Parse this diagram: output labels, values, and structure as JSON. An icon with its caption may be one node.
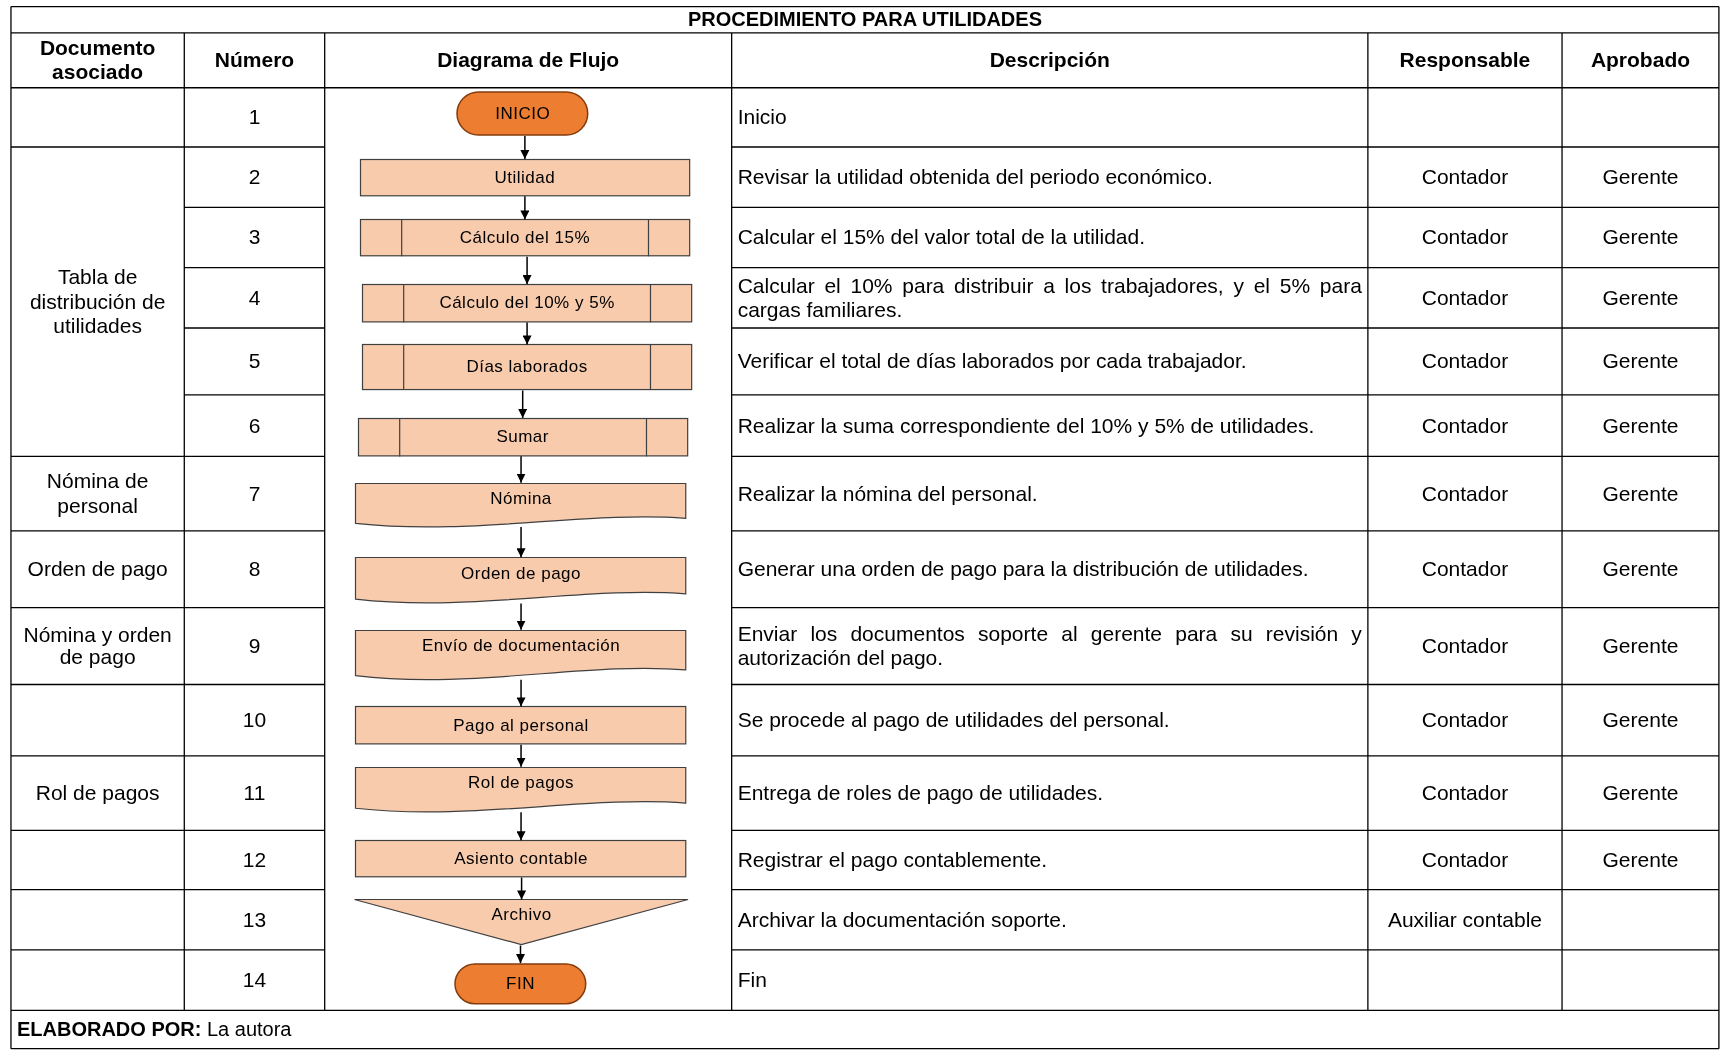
{
  "diagram": {
    "title": "PROCEDIMIENTO PARA UTILIDADES",
    "nodes": [
      {
        "text": [
          "INICIO"
        ]
      },
      {
        "text": [
          "Utilidad"
        ]
      },
      {
        "text": [
          "Cálculo del 15%"
        ]
      },
      {
        "text": [
          "Cálculo del 10% y 5%"
        ]
      },
      {
        "text": [
          "Días laborados"
        ]
      },
      {
        "text": [
          "Sumar"
        ]
      },
      {
        "text": [
          "Nómina"
        ]
      },
      {
        "text": [
          "Orden de pago"
        ]
      },
      {
        "text": [
          "Envío de documentación"
        ]
      },
      {
        "text": [
          "Pago al personal"
        ]
      },
      {
        "text": [
          "Rol de pagos"
        ]
      },
      {
        "text": [
          "Asiento contable"
        ]
      },
      {
        "text": [
          "Archivo"
        ]
      },
      {
        "text": [
          "FIN"
        ]
      }
    ],
    "edges": [
      {
        "from": 0,
        "to": 1,
        "arrow": "to"
      },
      {
        "from": 1,
        "to": 2,
        "arrow": "to"
      },
      {
        "from": 2,
        "to": 3,
        "arrow": "to"
      },
      {
        "from": 3,
        "to": 4,
        "arrow": "to"
      },
      {
        "from": 4,
        "to": 5,
        "arrow": "to"
      },
      {
        "from": 5,
        "to": 6,
        "arrow": "to"
      },
      {
        "from": 6,
        "to": 7,
        "arrow": "to"
      },
      {
        "from": 7,
        "to": 8,
        "arrow": "to"
      },
      {
        "from": 8,
        "to": 9,
        "arrow": "to"
      },
      {
        "from": 9,
        "to": 10,
        "arrow": "to"
      },
      {
        "from": 10,
        "to": 11,
        "arrow": "to"
      },
      {
        "from": 11,
        "to": 12,
        "arrow": "to"
      },
      {
        "from": 12,
        "to": 13,
        "arrow": "to"
      }
    ],
    "labels": [
      "Documento asociado",
      "Número",
      "Diagrama de Flujo",
      "Descripción",
      "Responsable",
      "Aprobado",
      "1",
      "Inicio",
      "Tabla de distribución de utilidades",
      "2",
      "Revisar la utilidad obtenida del periodo económico.",
      "Contador",
      "Gerente",
      "3",
      "Calcular el 15% del valor total de la utilidad.",
      "Contador",
      "Gerente",
      "4",
      "Calcular el 10% para distribuir a los trabajadores, y el 5% para cargas familiares.",
      "Contador",
      "Gerente",
      "5",
      "Verificar el total de días laborados por cada trabajador.",
      "Contador",
      "Gerente",
      "6",
      "Realizar la suma correspondiente del 10% y 5% de utilidades.",
      "Contador",
      "Gerente",
      "Nómina de personal",
      "7",
      "Realizar la nómina del personal.",
      "Contador",
      "Gerente",
      "Orden de pago",
      "8",
      "Generar una orden de pago para la distribución de utilidades.",
      "Contador",
      "Gerente",
      "Nómina y orden de pago",
      "9",
      "Enviar los documentos soporte al gerente para su revisión y autorización del pago.",
      "Contador",
      "Gerente",
      "10",
      "Se procede al pago de utilidades del personal.",
      "Contador",
      "Gerente",
      "Rol de pagos",
      "11",
      "Entrega de roles de pago de utilidades.",
      "Contador",
      "Gerente",
      "12",
      "Registrar el pago contablemente.",
      "Contador",
      "Gerente",
      "13",
      "Archivar la documentación soporte.",
      "Auxiliar contable",
      "14",
      "Fin",
      "**ELABORADO POR:** La autora"
    ]
  }
}
